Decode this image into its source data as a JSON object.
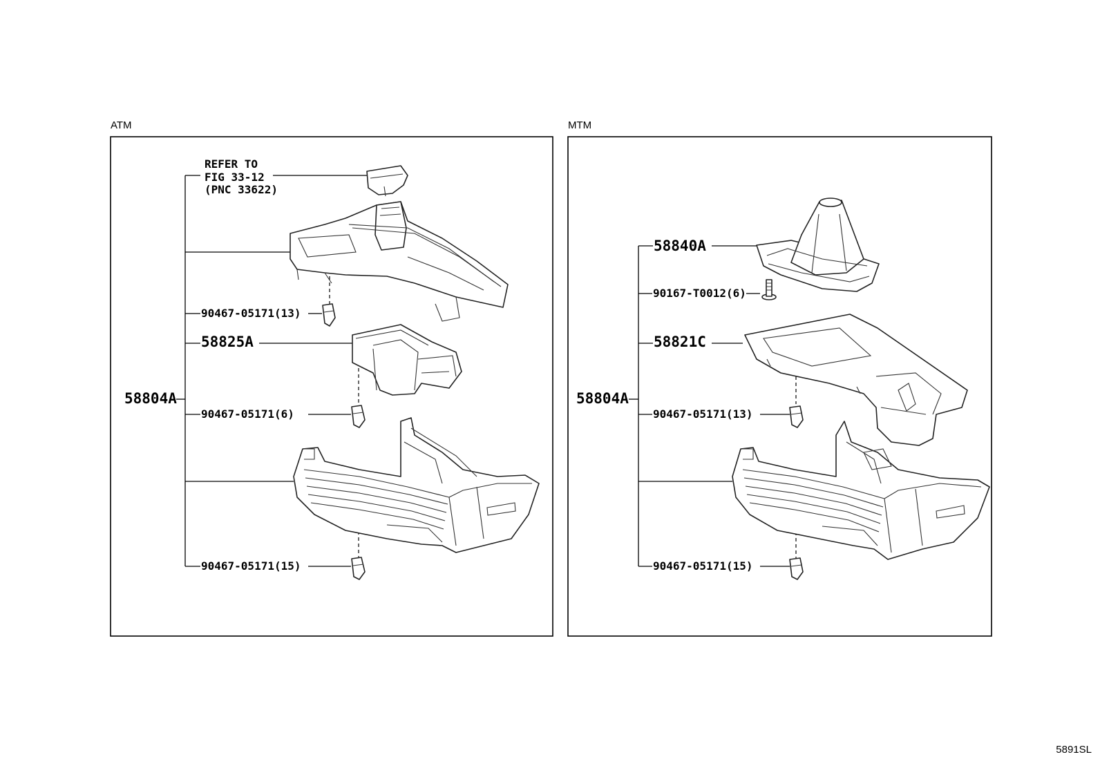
{
  "sections": {
    "atm": {
      "title": "ATM",
      "assembly": "58804A",
      "refer": [
        "REFER TO",
        "FIG 33-12",
        "(PNC 33622)"
      ],
      "parts": [
        "90467-05171(13)",
        "58825A",
        "90467-05171(6)",
        "90467-05171(15)"
      ]
    },
    "mtm": {
      "title": "MTM",
      "assembly": "58804A",
      "parts": [
        "58840A",
        "90167-T0012(6)",
        "58821C",
        "90467-05171(13)",
        "90467-05171(15)"
      ]
    }
  },
  "figure_code": "5891SL"
}
